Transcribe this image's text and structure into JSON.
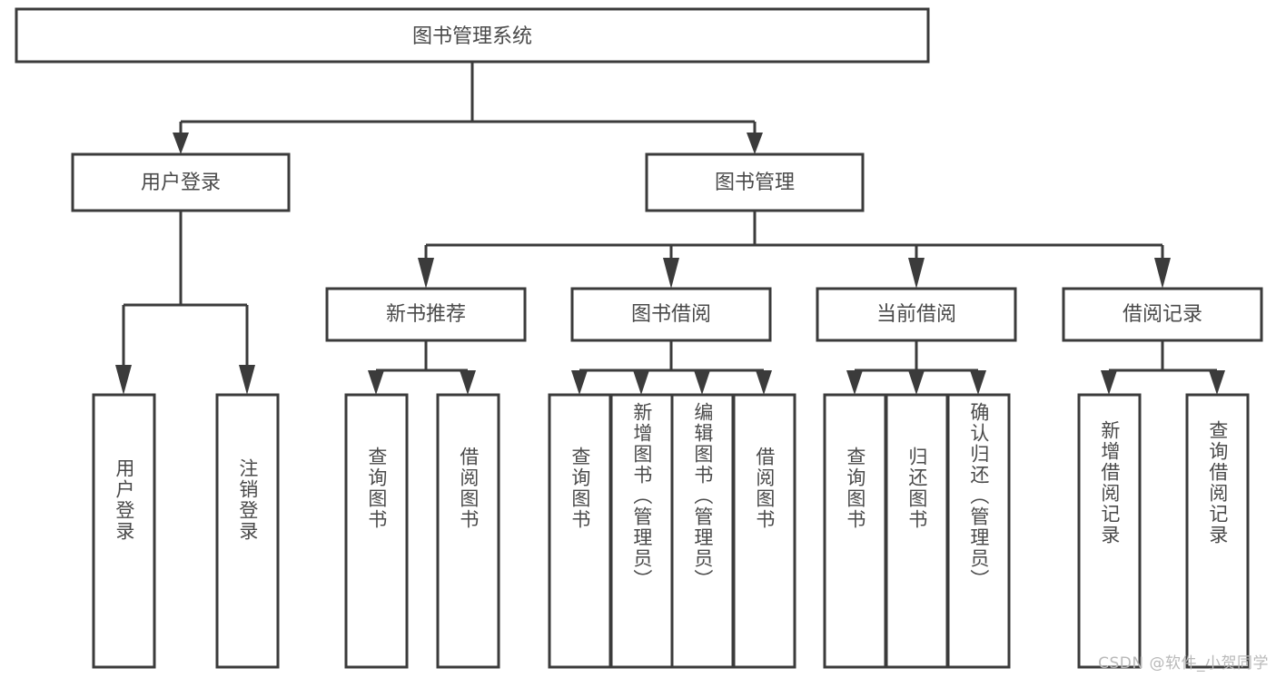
{
  "diagram": {
    "title": "图书管理系统",
    "type": "tree-hierarchy-chart",
    "watermark": "CSDN @软件_小贺同学",
    "colors": {
      "stroke": "#3b3b3b",
      "box_fill": "#ffffff",
      "text": "#4a4a4a",
      "background": "#ffffff",
      "watermark": "#b9b9b9"
    },
    "root": {
      "label": "图书管理系统"
    },
    "level1": [
      {
        "label": "用户登录"
      },
      {
        "label": "图书管理"
      }
    ],
    "level2": [
      {
        "label": "新书推荐"
      },
      {
        "label": "图书借阅"
      },
      {
        "label": "当前借阅"
      },
      {
        "label": "借阅记录"
      }
    ],
    "leaves": {
      "user_login": [
        {
          "label": "用户登录"
        },
        {
          "label": "注销登录"
        }
      ],
      "new_book_recommend": [
        {
          "label": "查询图书"
        },
        {
          "label": "借阅图书"
        }
      ],
      "book_borrow": [
        {
          "label": "查询图书"
        },
        {
          "label": "新增图书（管理员）"
        },
        {
          "label": "编辑图书（管理员）"
        },
        {
          "label": "借阅图书"
        }
      ],
      "current_borrow": [
        {
          "label": "查询图书"
        },
        {
          "label": "归还图书"
        },
        {
          "label": "确认归还（管理员）"
        }
      ],
      "borrow_record": [
        {
          "label": "新增借阅记录"
        },
        {
          "label": "查询借阅记录"
        }
      ]
    }
  }
}
